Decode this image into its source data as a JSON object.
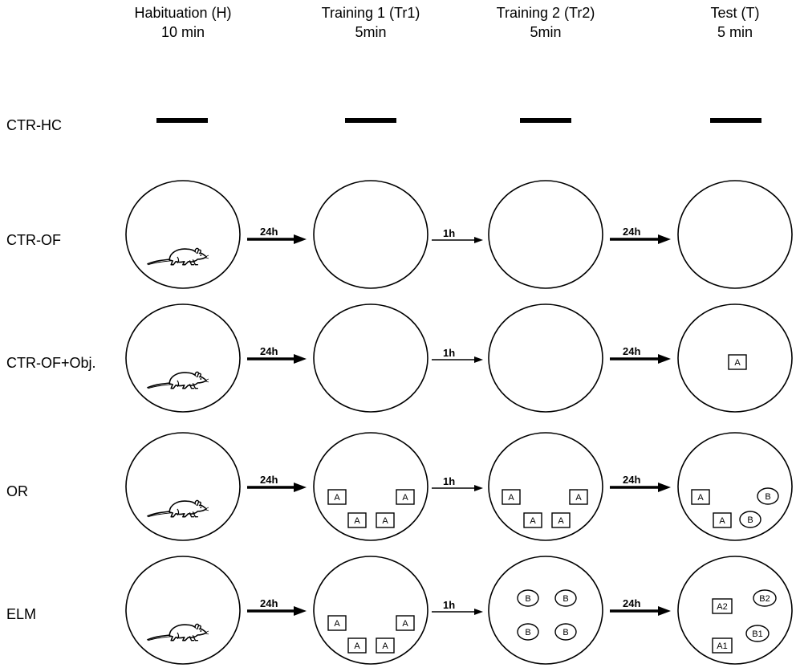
{
  "phases": [
    {
      "name": "Habituation (H)",
      "duration": "10 min"
    },
    {
      "name": "Training 1 (Tr1)",
      "duration": "5min"
    },
    {
      "name": "Training 2 (Tr2)",
      "duration": "5min"
    },
    {
      "name": "Test (T)",
      "duration": "5 min"
    }
  ],
  "intervals": [
    "24h",
    "1h",
    "24h"
  ],
  "groups": [
    {
      "label": "CTR-HC",
      "type": "home-cage"
    },
    {
      "label": "CTR-OF",
      "type": "arena"
    },
    {
      "label": "CTR-OF+Obj.",
      "type": "arena"
    },
    {
      "label": "OR",
      "type": "arena"
    },
    {
      "label": "ELM",
      "type": "arena"
    }
  ],
  "arena_contents": {
    "habituation_icon": "rat-icon",
    "objects": {
      "CTR-OF+Obj.": {
        "test": [
          {
            "shape": "square",
            "label": "A"
          }
        ]
      },
      "OR": {
        "training1": [
          {
            "shape": "square",
            "label": "A"
          },
          {
            "shape": "square",
            "label": "A"
          },
          {
            "shape": "square",
            "label": "A"
          },
          {
            "shape": "square",
            "label": "A"
          }
        ],
        "training2": [
          {
            "shape": "square",
            "label": "A"
          },
          {
            "shape": "square",
            "label": "A"
          },
          {
            "shape": "square",
            "label": "A"
          },
          {
            "shape": "square",
            "label": "A"
          }
        ],
        "test": [
          {
            "shape": "square",
            "label": "A"
          },
          {
            "shape": "square",
            "label": "A"
          },
          {
            "shape": "oval",
            "label": "B"
          },
          {
            "shape": "oval",
            "label": "B"
          }
        ]
      },
      "ELM": {
        "training1": [
          {
            "shape": "square",
            "label": "A"
          },
          {
            "shape": "square",
            "label": "A"
          },
          {
            "shape": "square",
            "label": "A"
          },
          {
            "shape": "square",
            "label": "A"
          }
        ],
        "training2": [
          {
            "shape": "oval",
            "label": "B"
          },
          {
            "shape": "oval",
            "label": "B"
          },
          {
            "shape": "oval",
            "label": "B"
          },
          {
            "shape": "oval",
            "label": "B"
          }
        ],
        "test": [
          {
            "shape": "square",
            "label": "A2"
          },
          {
            "shape": "oval",
            "label": "B2"
          },
          {
            "shape": "oval",
            "label": "B1"
          },
          {
            "shape": "square",
            "label": "A1"
          }
        ]
      }
    }
  }
}
